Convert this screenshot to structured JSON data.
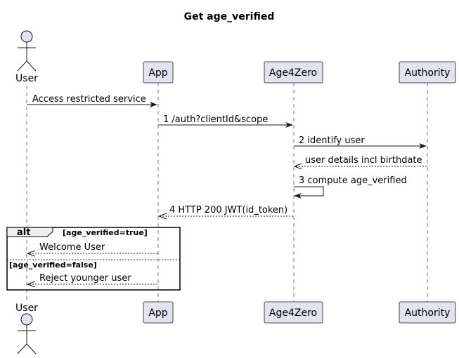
{
  "title": "Get age_verified",
  "participants": [
    {
      "id": "user",
      "label": "User",
      "kind": "actor"
    },
    {
      "id": "app",
      "label": "App",
      "kind": "participant"
    },
    {
      "id": "age4zero",
      "label": "Age4Zero",
      "kind": "participant"
    },
    {
      "id": "authority",
      "label": "Authority",
      "kind": "participant"
    }
  ],
  "messages": [
    {
      "from": "user",
      "to": "app",
      "label": "Access restricted service",
      "style": "solid"
    },
    {
      "from": "app",
      "to": "age4zero",
      "label": "1 /auth?clientId&scope",
      "style": "solid"
    },
    {
      "from": "age4zero",
      "to": "authority",
      "label": "2 identify user",
      "style": "solid"
    },
    {
      "from": "authority",
      "to": "age4zero",
      "label": "user details incl birthdate",
      "style": "dashed"
    },
    {
      "from": "age4zero",
      "to": "age4zero",
      "label": "3 compute age_verified",
      "style": "solid"
    },
    {
      "from": "age4zero",
      "to": "app",
      "label": "4 HTTP 200 JWT(id_token)",
      "style": "dashed"
    },
    {
      "from": "app",
      "to": "user",
      "label": "Welcome User",
      "style": "dashed"
    },
    {
      "from": "app",
      "to": "user",
      "label": "Reject younger user",
      "style": "dashed"
    }
  ],
  "fragment": {
    "keyword": "alt",
    "guards": [
      "[age_verified=true]",
      "[age_verified=false]"
    ]
  },
  "colors": {
    "participant_fill": "#E2E2F0",
    "line": "#181818",
    "background": "#FFFFFF"
  }
}
